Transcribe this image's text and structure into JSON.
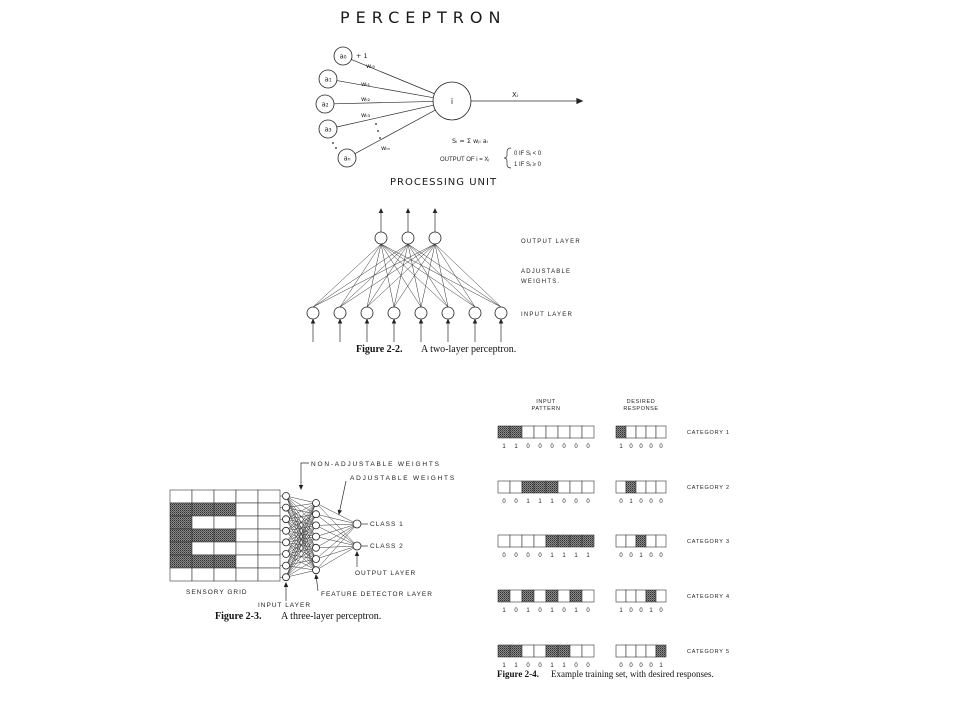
{
  "perceptron": {
    "title": "PERCEPTRON",
    "inputs": [
      "a₀",
      "a₁",
      "a₂",
      "a₃",
      "aₙ"
    ],
    "bias_label": "+ 1",
    "weights": [
      "wᵢ₀",
      "wᵢ₁",
      "wᵢ₂",
      "wᵢ₃",
      "wᵢₙ"
    ],
    "unit_label": "i",
    "output_label": "Xᵢ",
    "sum_equation": "Sᵢ = Σ wⱼᵢ aᵢ",
    "output_rule": "OUTPUT OF i = Xᵢ",
    "rule_cases": [
      "0 IF Sᵢ < 0",
      "1 IF Sᵢ ≥ 0"
    ],
    "caption": "PROCESSING UNIT"
  },
  "figure_2_2": {
    "caption_label": "Figure 2-2.",
    "caption_text": "A two-layer perceptron.",
    "output_layer_label": "OUTPUT LAYER",
    "weights_label": [
      "ADJUSTABLE",
      "WEIGHTS."
    ],
    "input_layer_label": "INPUT LAYER"
  },
  "figure_2_3": {
    "caption_label": "Figure 2-3.",
    "caption_text": "A three-layer perceptron.",
    "non_adjustable_weights_label": "NON-ADJUSTABLE WEIGHTS",
    "adjustable_weights_label": "ADJUSTABLE WEIGHTS",
    "class_labels": [
      "CLASS 1",
      "CLASS 2"
    ],
    "output_layer_label": "OUTPUT LAYER",
    "sensory_grid_label": "SENSORY GRID",
    "feature_detector_label": "FEATURE DETECTOR LAYER",
    "input_layer_label": "INPUT LAYER"
  },
  "figure_2_4": {
    "caption_label": "Figure 2-4.",
    "caption_text": "Example training set, with desired responses.",
    "input_header": [
      "INPUT",
      "PATTERN"
    ],
    "response_header": [
      "DESIRED",
      "RESPONSE"
    ],
    "rows": [
      {
        "category": "CATEGORY 1",
        "input": [
          "1",
          "1",
          "0",
          "0",
          "0",
          "0",
          "0",
          "0"
        ],
        "response": [
          "1",
          "0",
          "0",
          "0",
          "0"
        ]
      },
      {
        "category": "CATEGORY 2",
        "input": [
          "0",
          "0",
          "1",
          "1",
          "1",
          "0",
          "0",
          "0"
        ],
        "response": [
          "0",
          "1",
          "0",
          "0",
          "0"
        ]
      },
      {
        "category": "CATEGORY 3",
        "input": [
          "0",
          "0",
          "0",
          "0",
          "1",
          "1",
          "1",
          "1"
        ],
        "response": [
          "0",
          "0",
          "1",
          "0",
          "0"
        ]
      },
      {
        "category": "CATEGORY 4",
        "input": [
          "1",
          "0",
          "1",
          "0",
          "1",
          "0",
          "1",
          "0"
        ],
        "response": [
          "1",
          "0",
          "0",
          "1",
          "0"
        ]
      },
      {
        "category": "CATEGORY 5",
        "input": [
          "1",
          "1",
          "0",
          "0",
          "1",
          "1",
          "0",
          "0"
        ],
        "response": [
          "0",
          "0",
          "0",
          "0",
          "1"
        ]
      }
    ]
  }
}
